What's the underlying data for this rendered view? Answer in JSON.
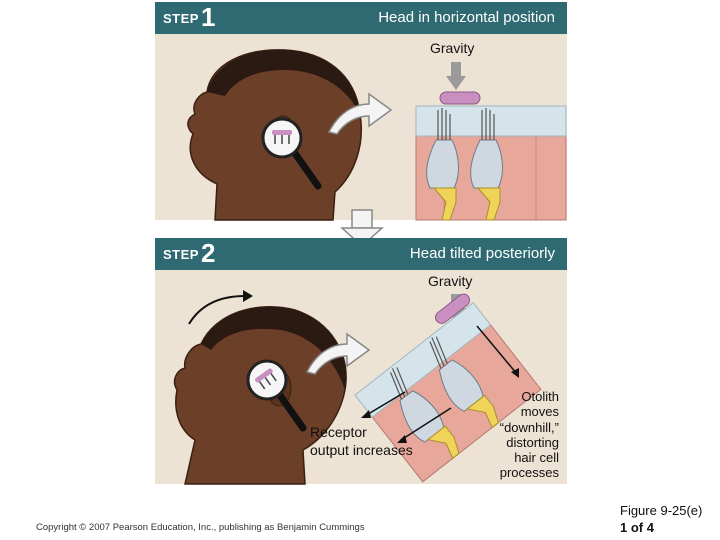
{
  "step1": {
    "step_word": "STEP",
    "step_number": "1",
    "title": "Head in horizontal position",
    "gravity": "Gravity"
  },
  "step2": {
    "step_word": "STEP",
    "step_number": "2",
    "title": "Head tilted posteriorly",
    "gravity": "Gravity",
    "receptor_line1": "Receptor",
    "receptor_line2": "output increases",
    "otolith_lines": [
      "Otolith",
      "moves",
      "“downhill,”",
      "distorting",
      "hair cell",
      "processes"
    ]
  },
  "footer": {
    "copyright": "Copyright © 2007 Pearson Education, Inc., publishing as Benjamin Cummings",
    "figure_line1": "Figure 9-25(e)",
    "figure_line2": "1 of 4"
  },
  "colors": {
    "banner": "#2f6a73",
    "panel": "#ede3d4",
    "tissue": "#e8a79b",
    "otolith": "#c98fc0",
    "hair_cell": "#cfd8e0",
    "support_cell": "#f0d45a"
  }
}
